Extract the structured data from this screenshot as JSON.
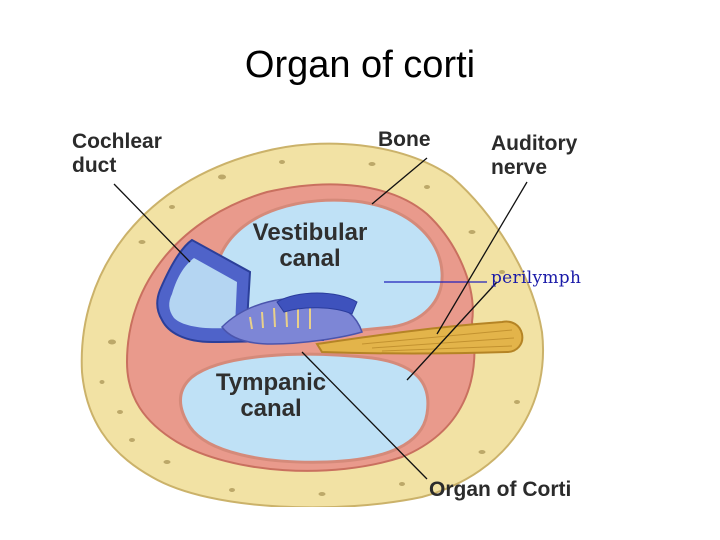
{
  "slide": {
    "title": "Organ of corti"
  },
  "diagram": {
    "labels": {
      "cochlear_duct": "Cochlear\nduct",
      "bone": "Bone",
      "auditory_nerve": "Auditory\nnerve",
      "vestibular_canal": "Vestibular\ncanal",
      "perilymph": "perilymph",
      "tympanic_canal": "Tympanic\ncanal",
      "organ_of_corti": "Organ of Corti"
    },
    "colors": {
      "bone": "#f2e2a4",
      "bone_spots": "#a08a4a",
      "membrane": "#e99a8c",
      "canal_fluid": "#bfe1f6",
      "cochlear_duct": "#4f63c9",
      "nerve": "#e3b44a",
      "perilymph_line": "#2222bb",
      "leader_line": "#111111"
    }
  }
}
